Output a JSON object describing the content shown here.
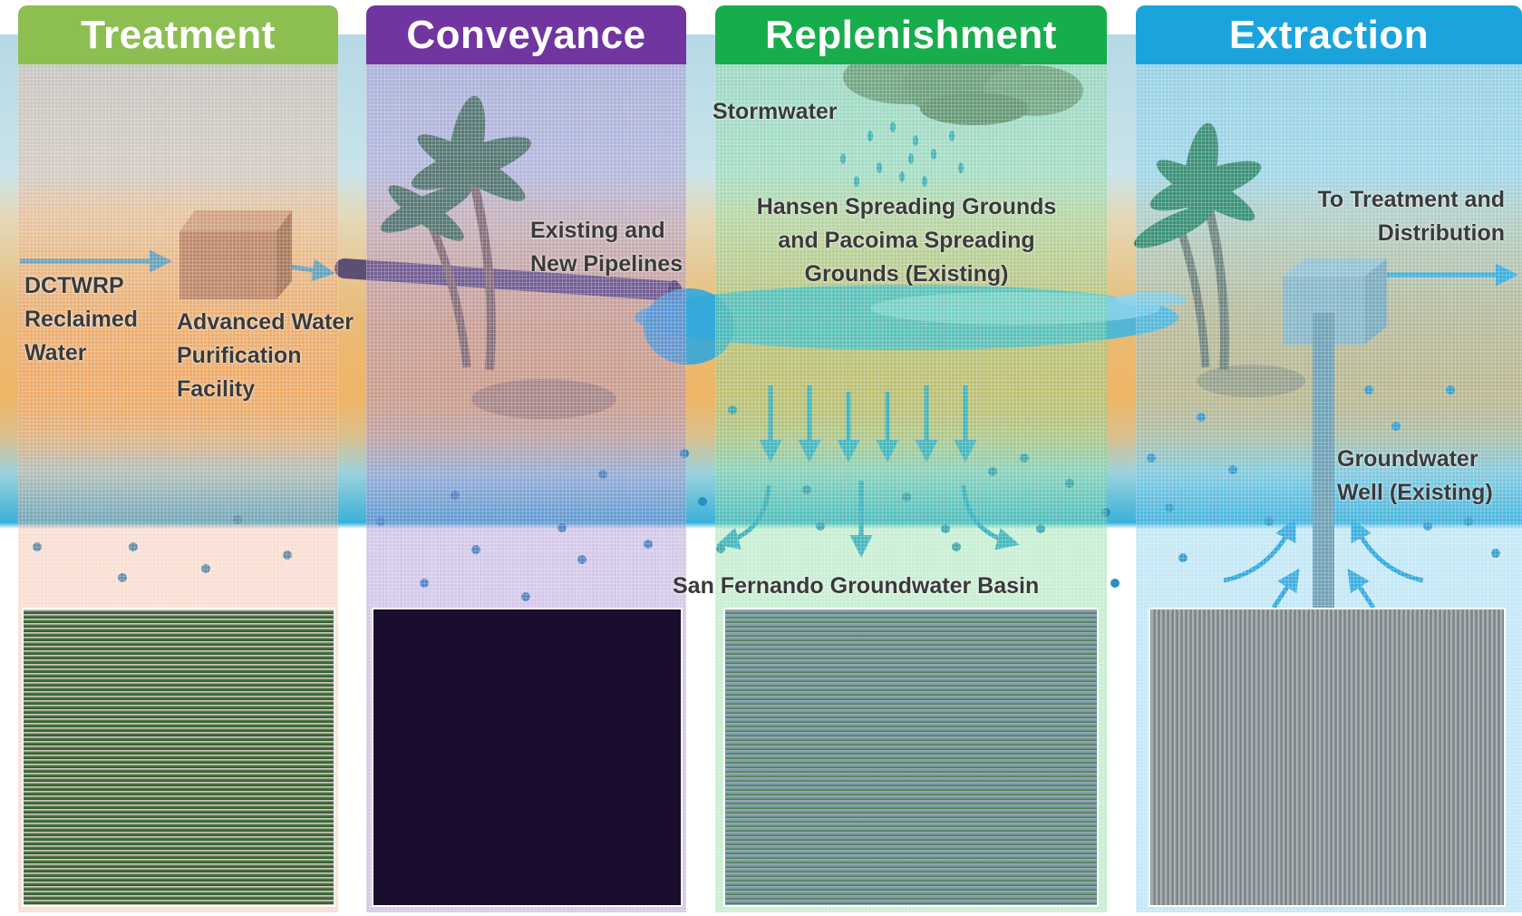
{
  "panels": [
    {
      "title": "Treatment",
      "color": "#8dbe52"
    },
    {
      "title": "Conveyance",
      "color": "#7135a0"
    },
    {
      "title": "Replenishment",
      "color": "#17ad4c"
    },
    {
      "title": "Extraction",
      "color": "#1ba4dc"
    }
  ],
  "labels": {
    "reclaimed_water": [
      "DCTWRP",
      "Reclaimed",
      "Water"
    ],
    "purification": [
      "Advanced Water",
      "Purification",
      "Facility"
    ],
    "pipelines": [
      "Existing and",
      "New Pipelines"
    ],
    "stormwater": "Stormwater",
    "spreading_grounds": [
      "Hansen Spreading Grounds",
      "and Pacoima Spreading",
      "Grounds (Existing)"
    ],
    "basin": "San Fernando Groundwater Basin",
    "treatment_distribution": [
      "To Treatment and",
      "Distribution"
    ],
    "well": [
      "Groundwater",
      "Well (Existing)"
    ]
  },
  "colors": {
    "flow_arrow": "#2ea7dd",
    "water": "#43b6de",
    "label_text": "#3a3a3a"
  },
  "icons": [
    "storm-cloud",
    "palm-tree",
    "facility-box",
    "pipeline",
    "well-head"
  ]
}
